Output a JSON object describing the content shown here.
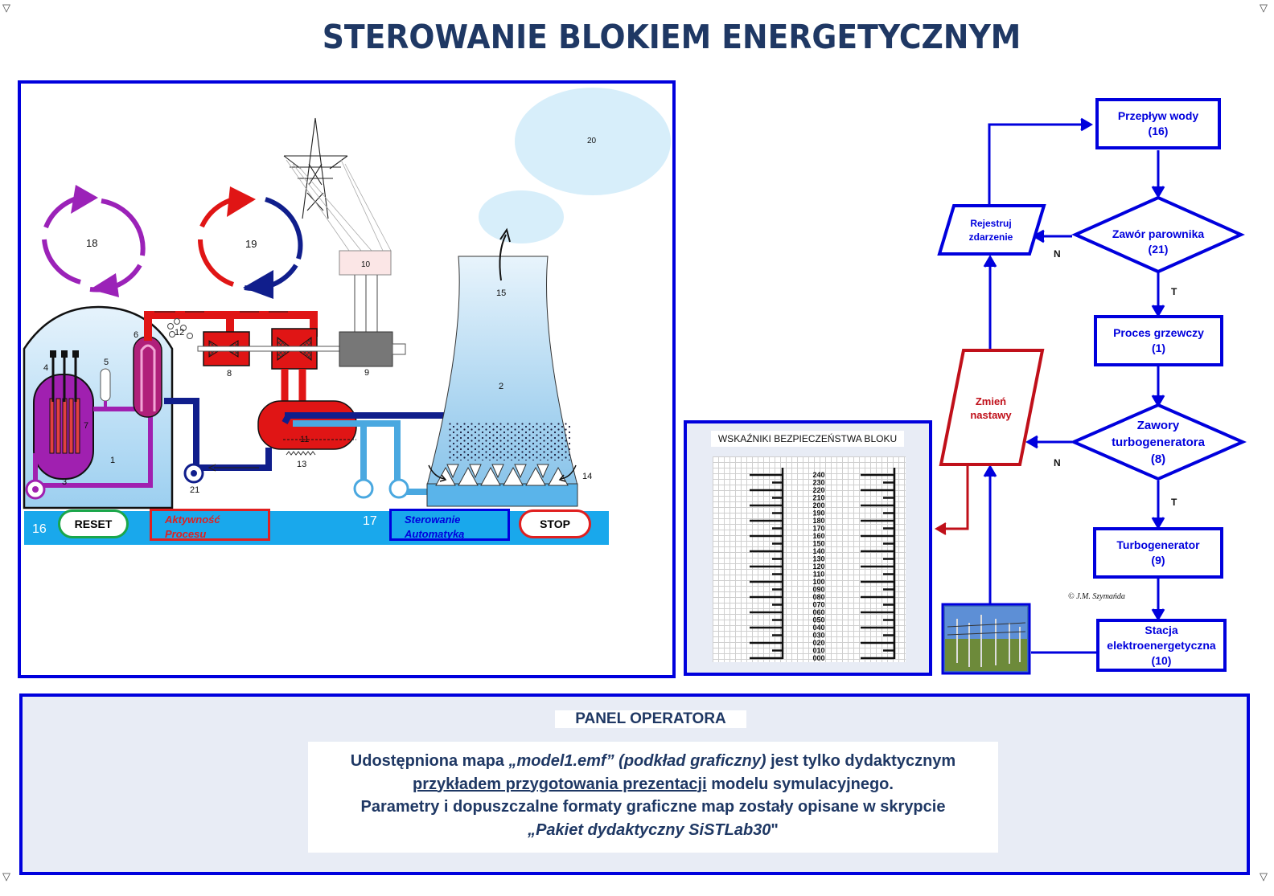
{
  "page": {
    "title": "STEROWANIE BLOKIEM ENERGETYCZNYM",
    "corner_marker": "▽",
    "copyright": "© J.M. Szymańda"
  },
  "diagram_labels": {
    "l1": "1",
    "l2": "2",
    "l3": "3",
    "l4": "4",
    "l5": "5",
    "l6": "6",
    "l7": "7",
    "l8": "8",
    "l9": "9",
    "l10": "10",
    "l11": "11",
    "l12": "12",
    "l13": "13",
    "l14": "14",
    "l15": "15",
    "l16": "16",
    "l17": "17",
    "l18": "18",
    "l19": "19",
    "l20": "20",
    "l21": "21"
  },
  "controls": {
    "reset": "RESET",
    "stop": "STOP",
    "process_activity": [
      "Aktywność",
      "Procesu"
    ],
    "automation_control": [
      "Sterowanie",
      "Automatyką"
    ]
  },
  "safety": {
    "title": "WSKAŹNIKI BEZPIECZEŃSTWA BLOKU",
    "scale": [
      "240",
      "230",
      "220",
      "210",
      "200",
      "190",
      "180",
      "170",
      "160",
      "150",
      "140",
      "130",
      "120",
      "110",
      "100",
      "090",
      "080",
      "070",
      "060",
      "050",
      "040",
      "030",
      "020",
      "010",
      "000"
    ]
  },
  "flowchart": {
    "water_flow": [
      "Przepływ wody",
      "(16)"
    ],
    "evaporator_valve": [
      "Zawór parownika",
      "(21)"
    ],
    "register_event": [
      "Rejestruj",
      "zdarzenie"
    ],
    "heating_process": [
      "Proces grzewczy",
      "(1)"
    ],
    "change_settings": [
      "Zmień",
      "nastawy"
    ],
    "turbogen_valves": [
      "Zawory",
      "turbogeneratora",
      "(8)"
    ],
    "turbogenerator": [
      "Turbogenerator",
      "(9)"
    ],
    "power_station": [
      "Stacja",
      "elektroenergetyczna",
      "(10)"
    ],
    "yes": "T",
    "no": "N"
  },
  "operator_panel": {
    "title": "PANEL OPERATORA",
    "line1_a": "Udostępniona mapa ",
    "line1_b": "„model1.emf” (podkład graficzny)",
    "line1_c": " jest tylko dydaktycznym",
    "line2_a": "przykładem przygotowania prezentacji",
    "line2_b": " modelu symulacyjnego.",
    "line3": "Parametry i dopuszczalne formaty graficzne map zostały opisane w skrypcie",
    "line4_a": "„Pakiet dydaktyczny SiSTLab30",
    "line4_b": "\""
  },
  "colors": {
    "frame_blue": "#0000dd",
    "title_navy": "#1f3864",
    "hot_red": "#dd1111",
    "cold_navy": "#0a1e8c",
    "water_light": "#4aa8e0",
    "purple": "#a020a0",
    "panel_bg": "#e8ecf5",
    "bar_blue": "#19a8ec"
  }
}
